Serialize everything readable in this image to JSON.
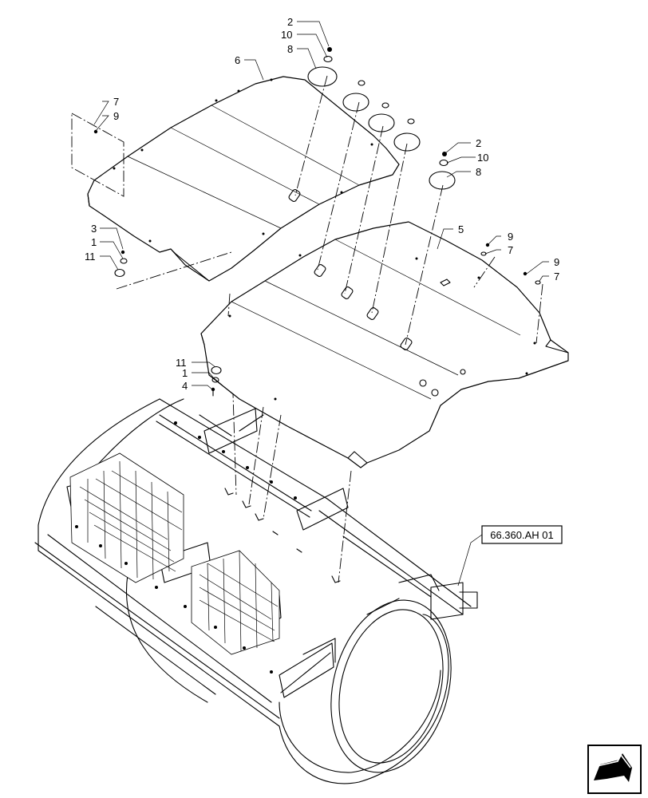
{
  "callouts": {
    "c2_top": "2",
    "c10_top": "10",
    "c8_top": "8",
    "c6": "6",
    "c7_left": "7",
    "c9_left": "9",
    "c3": "3",
    "c1_mid": "1",
    "c11_mid": "11",
    "c2_right": "2",
    "c10_right": "10",
    "c8_right": "8",
    "c5": "5",
    "c9_r1": "9",
    "c7_r1": "7",
    "c9_r2": "9",
    "c7_r2": "7",
    "c11_low": "11",
    "c1_low": "1",
    "c4": "4"
  },
  "reference_box": "66.360.AH 01",
  "nav_icon": "next-page-arrow-icon"
}
